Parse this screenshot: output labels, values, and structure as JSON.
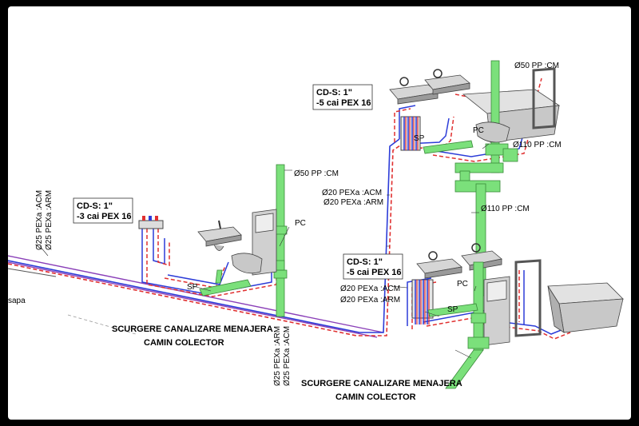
{
  "colors": {
    "background": "#ffffff",
    "frame": "#000000",
    "drain_green": "#7be07b",
    "cold_water_blue": "#2c3cd8",
    "hot_water_red": "#e03030",
    "floor_line": "#8a3fb8",
    "fixture_gray": "#b9b9b9"
  },
  "labels": {
    "sapa": "sapa",
    "pipe_25_acm": "Ø25 PEXa :ACM",
    "pipe_25_arm": "Ø25 PEXa :ARM",
    "pipe_25_arm_b": "Ø25 PEXa :ARM",
    "pipe_25_acm_b": "Ø25 PEXa :ACM",
    "cd_left_line1": "CD-S: 1\"",
    "cd_left_line2": "-3 cai PEX 16",
    "cd_top_line1": "CD-S: 1\"",
    "cd_top_line2": "-5 cai PEX 16",
    "cd_bottom_line1": "CD-S: 1\"",
    "cd_bottom_line2": "-5 cai PEX 16",
    "pp50_left": "Ø50 PP :CM",
    "pp50_top": "Ø50 PP :CM",
    "pp110_top": "Ø110 PP :CM",
    "pp110_mid": "Ø110 PP :CM",
    "pc_left": "PC",
    "pc_top": "PC",
    "pc_bottom": "PC",
    "sp_left": "SP",
    "sp_top": "SP",
    "sp_bottom": "SP",
    "pex20_acm_mid": "Ø20 PEXa :ACM",
    "pex20_arm_mid": "Ø20 PEXa :ARM",
    "pex20_acm_bottom": "Ø20 PEXa :ACM",
    "pex20_arm_bottom": "Ø20 PEXa :ARM",
    "scurgere_left": "SCURGERE CANALIZARE MENAJERA",
    "camin_left": "CAMIN COLECTOR",
    "scurgere_right": "SCURGERE CANALIZARE MENAJERA",
    "camin_right": "CAMIN COLECTOR"
  }
}
